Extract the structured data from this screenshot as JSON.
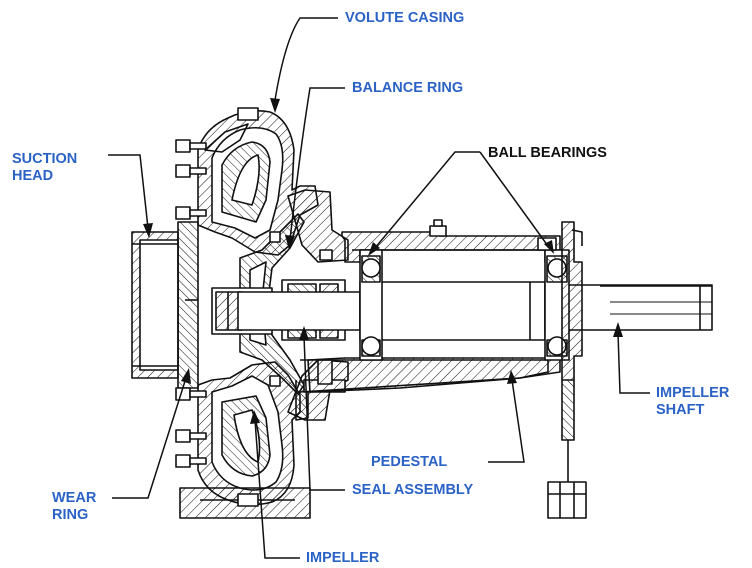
{
  "labels": {
    "volute_casing": "VOLUTE CASING",
    "balance_ring": "BALANCE RING",
    "suction_head": "SUCTION\nHEAD",
    "ball_bearings": "BALL BEARINGS",
    "impeller_shaft": "IMPELLER\nSHAFT",
    "pedestal": "PEDESTAL",
    "seal_assembly": "SEAL ASSEMBLY",
    "wear_ring": "WEAR\nRING",
    "impeller": "IMPELLER"
  },
  "colors": {
    "label_blue": "#2b62c6",
    "label_black": "#111111",
    "line": "#111111",
    "hatch": "#111111",
    "background": "#ffffff"
  }
}
